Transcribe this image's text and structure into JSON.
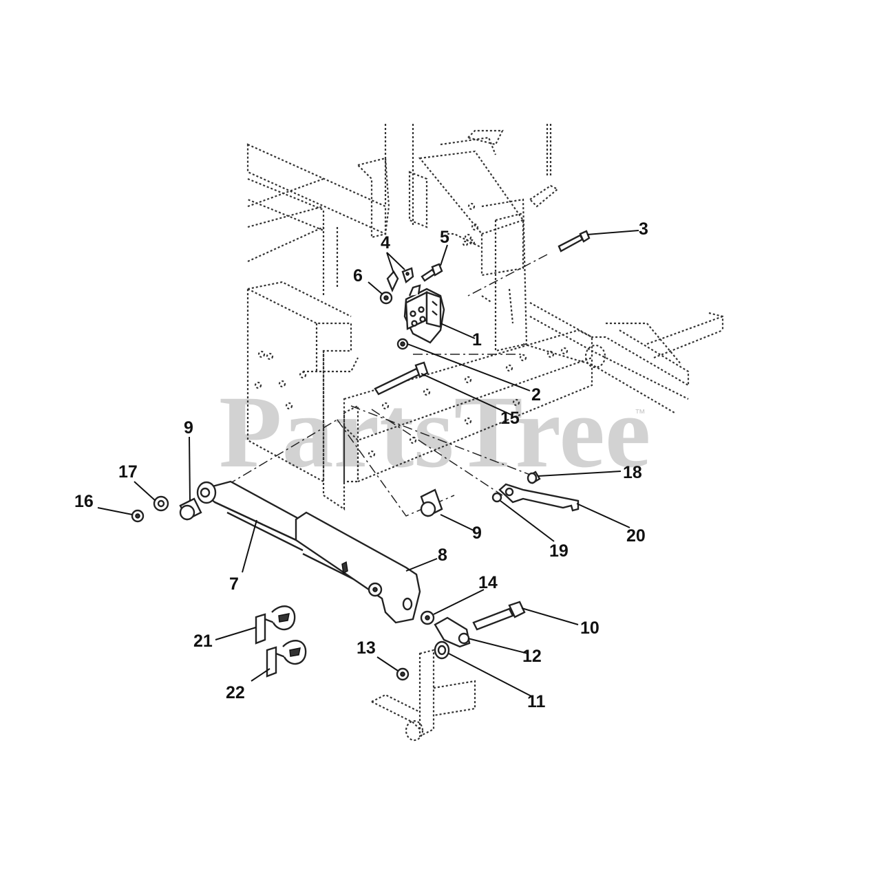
{
  "watermark": {
    "text": "PartsTree",
    "trademark": "™",
    "color": "#d2d2d2"
  },
  "callouts": [
    {
      "label": "1"
    },
    {
      "label": "2"
    },
    {
      "label": "3"
    },
    {
      "label": "4"
    },
    {
      "label": "5"
    },
    {
      "label": "6"
    },
    {
      "label": "7"
    },
    {
      "label": "8"
    },
    {
      "label": "9"
    },
    {
      "label": "9"
    },
    {
      "label": "10"
    },
    {
      "label": "11"
    },
    {
      "label": "12"
    },
    {
      "label": "13"
    },
    {
      "label": "14"
    },
    {
      "label": "15"
    },
    {
      "label": "16"
    },
    {
      "label": "17"
    },
    {
      "label": "18"
    },
    {
      "label": "19"
    },
    {
      "label": "20"
    },
    {
      "label": "21"
    },
    {
      "label": "22"
    }
  ]
}
